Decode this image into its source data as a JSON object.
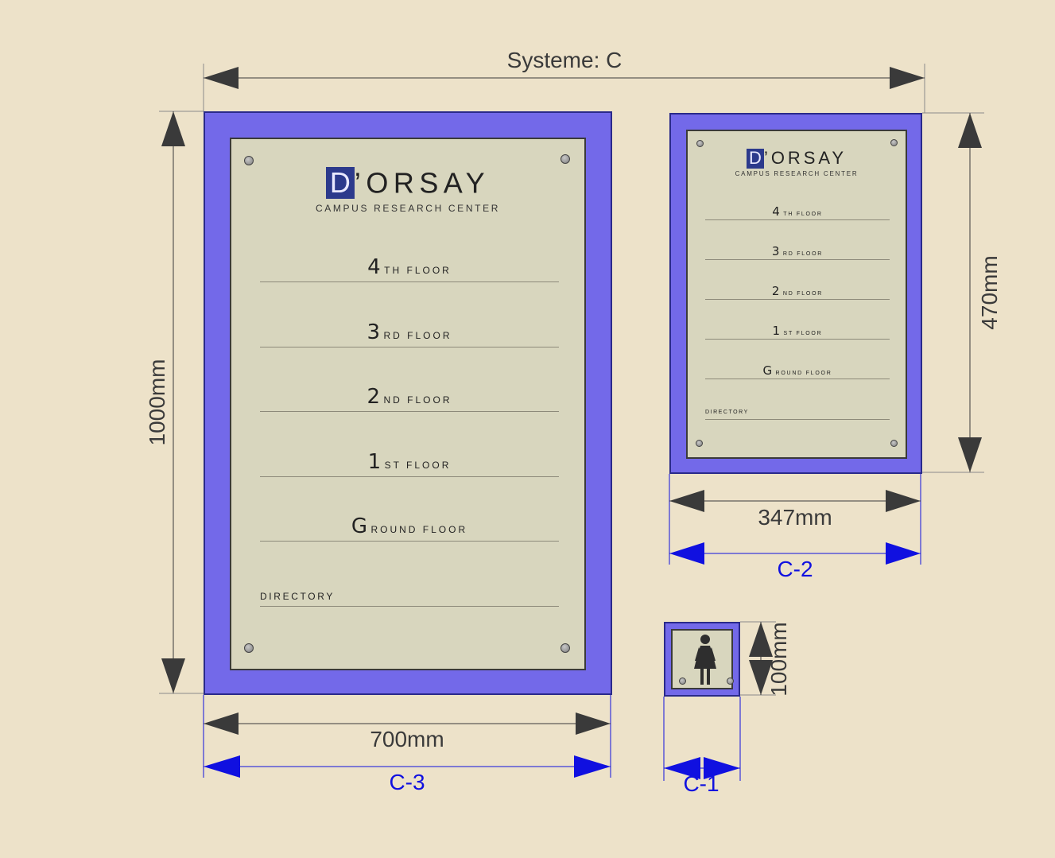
{
  "system_title": "Systeme: C",
  "colors": {
    "background": "#ede2c9",
    "frame": "#7369e9",
    "plate": "#d8d6be",
    "dimension_arrow": "#3a3a3a",
    "code_arrow": "#1010e0",
    "logo_mark": "#2c3a8c"
  },
  "logo": {
    "mark": "D",
    "rest": "’ORSAY",
    "subtitle": "CAMPUS RESEARCH CENTER"
  },
  "floors": [
    {
      "num": "4",
      "suffix": "TH FLOOR"
    },
    {
      "num": "3",
      "suffix": "RD FLOOR"
    },
    {
      "num": "2",
      "suffix": "ND FLOOR"
    },
    {
      "num": "1",
      "suffix": "ST FLOOR"
    },
    {
      "num": "G",
      "suffix": "ROUND FLOOR"
    }
  ],
  "directory_label": "DIRECTORY",
  "signs": {
    "c3": {
      "code": "C-3",
      "width": "700mm",
      "height": "1000mm"
    },
    "c2": {
      "code": "C-2",
      "width": "347mm",
      "height": "470mm"
    },
    "c1": {
      "code": "C-1",
      "height": "100mm",
      "icon": "woman-restroom-icon"
    }
  }
}
